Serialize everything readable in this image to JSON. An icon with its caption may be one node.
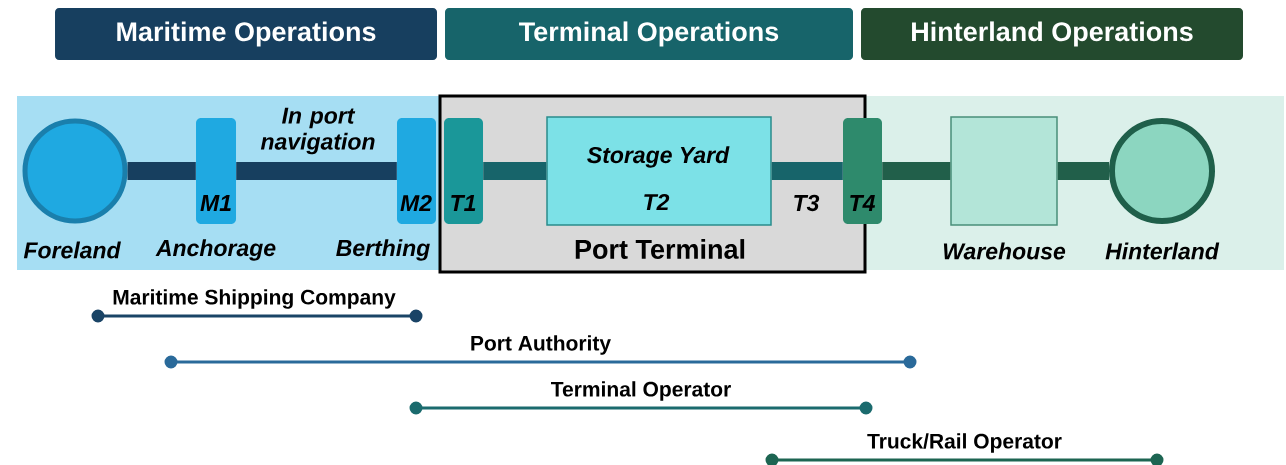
{
  "diagram": {
    "nodes": [
      {
        "text": [
          "Maritime Operations"
        ]
      },
      {
        "text": [
          "Terminal Operations"
        ]
      },
      {
        "text": [
          "Hinterland Operations"
        ]
      },
      {
        "text": [
          "Foreland"
        ]
      },
      {
        "text": [
          "M1"
        ],
        "beside": [
          "Anchorage"
        ]
      },
      {
        "text": [
          "M2"
        ],
        "beside": [
          "Berthing"
        ]
      },
      {
        "text": [
          "Port Terminal"
        ]
      },
      {
        "text": [
          "T1"
        ],
        "in": 6
      },
      {
        "text": [
          "Storage Yard",
          "T2"
        ],
        "in": 6
      },
      {
        "text": [
          "T4"
        ]
      },
      {
        "text": [
          "Warehouse"
        ]
      },
      {
        "text": [
          "Hinterland"
        ]
      }
    ],
    "edges": [
      {
        "from": 3,
        "to": 4,
        "arrow": "none",
        "color": "#173f5f"
      },
      {
        "from": 4,
        "to": 5,
        "arrow": "none",
        "label": "In port navigation",
        "color": "#173f5f"
      },
      {
        "from": 7,
        "to": 8,
        "arrow": "none",
        "color": "#17646a"
      },
      {
        "from": 8,
        "to": 9,
        "arrow": "none",
        "label": "T3",
        "color": "#17646a"
      },
      {
        "from": 9,
        "to": 10,
        "arrow": "none",
        "color": "#215f4a"
      },
      {
        "from": 10,
        "to": 11,
        "arrow": "none",
        "color": "#215f4a"
      }
    ],
    "labels": [
      "Maritime Shipping Company",
      "Port Authority",
      "Terminal Operator",
      "Truck/Rail Operator"
    ]
  }
}
